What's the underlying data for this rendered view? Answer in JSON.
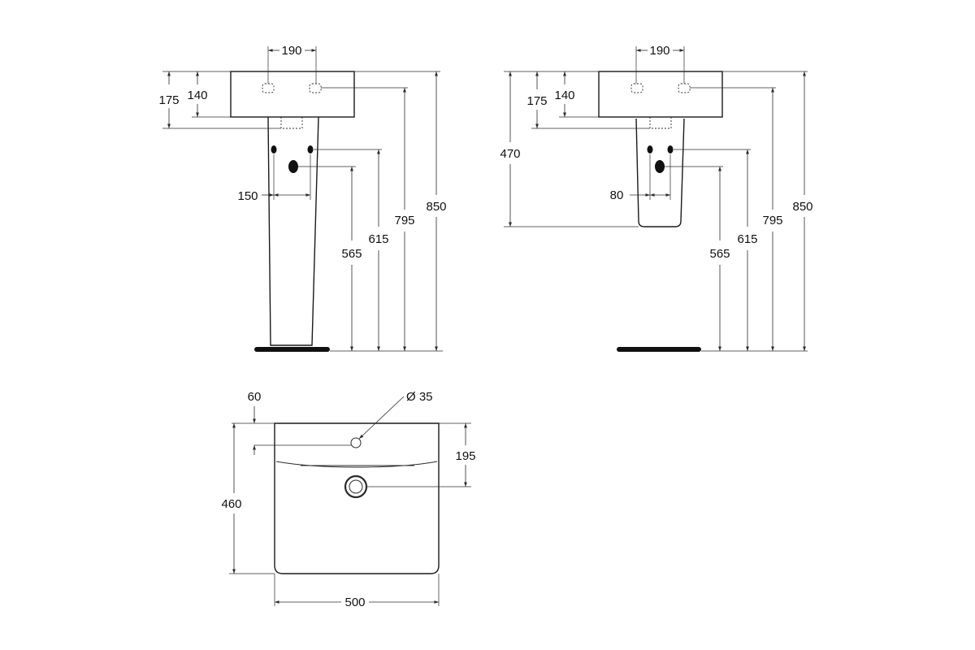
{
  "pedestal_view": {
    "dim_top_width": "190",
    "dim_175": "175",
    "dim_140": "140",
    "dim_150": "150",
    "dim_565": "565",
    "dim_615": "615",
    "dim_795": "795",
    "dim_850": "850"
  },
  "semi_pedestal_view": {
    "dim_top_width": "190",
    "dim_470": "470",
    "dim_175": "175",
    "dim_140": "140",
    "dim_80": "80",
    "dim_565": "565",
    "dim_615": "615",
    "dim_795": "795",
    "dim_850": "850"
  },
  "plan_view": {
    "dim_60": "60",
    "dim_hole": "Ø 35",
    "dim_195": "195",
    "dim_460": "460",
    "dim_500": "500"
  }
}
